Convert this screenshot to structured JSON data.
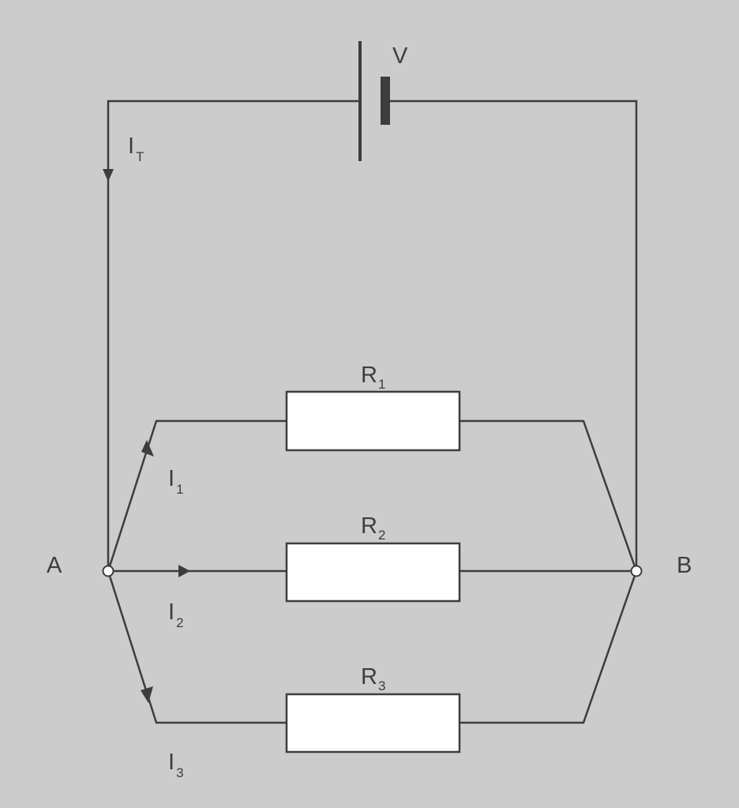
{
  "diagram": {
    "title": "Parallel resistor circuit",
    "colors": {
      "background": "#cccccc",
      "wire": "#3d3d3d",
      "resistor_fill": "#ffffff"
    },
    "battery": {
      "label": "V"
    },
    "total_current": {
      "main": "I",
      "sub": "T"
    },
    "nodes": {
      "a": "A",
      "b": "B"
    },
    "resistors": [
      {
        "main": "R",
        "sub": "1"
      },
      {
        "main": "R",
        "sub": "2"
      },
      {
        "main": "R",
        "sub": "3"
      }
    ],
    "currents": [
      {
        "main": "I",
        "sub": "1"
      },
      {
        "main": "I",
        "sub": "2"
      },
      {
        "main": "I",
        "sub": "3"
      }
    ]
  }
}
